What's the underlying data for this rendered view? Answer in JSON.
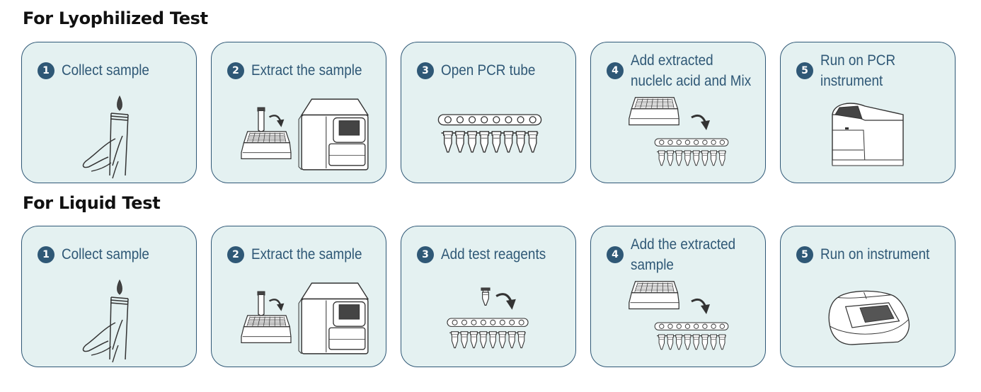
{
  "sections": [
    {
      "title": "For Lyophilized Test",
      "steps": [
        {
          "number": "1",
          "label": "Collect sample"
        },
        {
          "number": "2",
          "label": "Extract the sample"
        },
        {
          "number": "3",
          "label": "Open PCR tube"
        },
        {
          "number": "4",
          "label": "Add extracted\nnuclelc acid and Mix"
        },
        {
          "number": "5",
          "label": "Run on PCR\ninstrument"
        }
      ]
    },
    {
      "title": "For Liquid Test",
      "steps": [
        {
          "number": "1",
          "label": "Collect sample"
        },
        {
          "number": "2",
          "label": "Extract the sample"
        },
        {
          "number": "3",
          "label": "Add test reagents"
        },
        {
          "number": "4",
          "label": "Add the extracted\nsample"
        },
        {
          "number": "5",
          "label": "Run on instrument"
        }
      ]
    }
  ],
  "colors": {
    "card_fill": "#e4f1f1",
    "accent": "#2f5876",
    "line_art": "#333333"
  },
  "icons": [
    "dropper-hand-icon",
    "extraction-machine-icon",
    "pcr-tube-strip-icon",
    "well-plate-transfer-icon",
    "pcr-instrument-icon",
    "reagent-tube-icon",
    "portable-instrument-icon"
  ]
}
